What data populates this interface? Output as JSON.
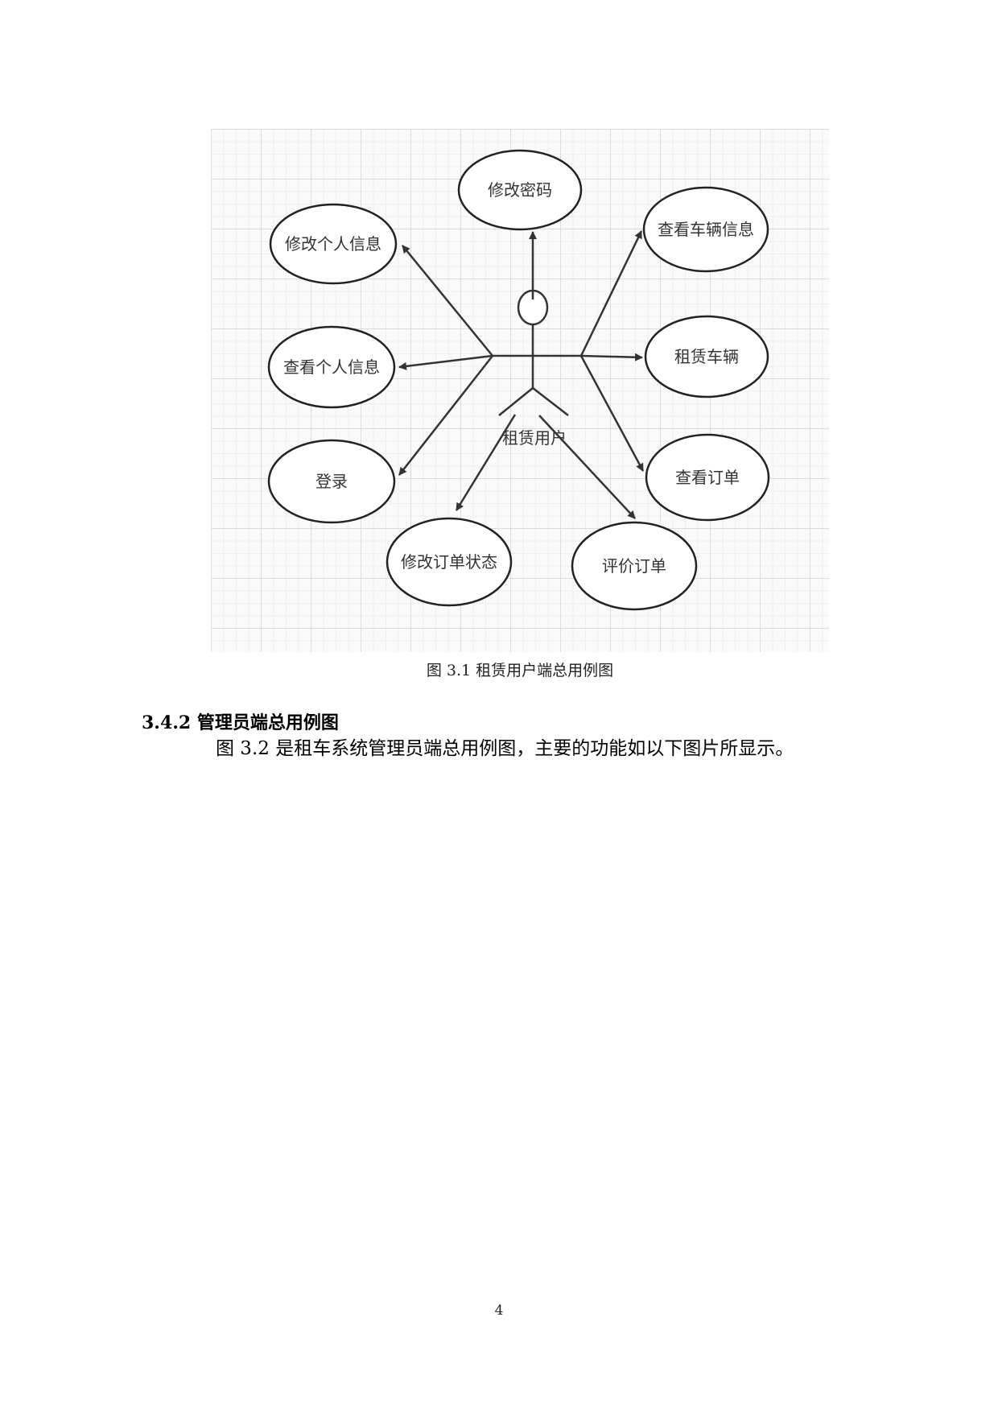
{
  "figure": {
    "caption": "图 3.1 租赁用户端总用例图",
    "actor": {
      "label": "租赁用户"
    },
    "use_cases": [
      {
        "id": "change-password",
        "label": "修改密码"
      },
      {
        "id": "edit-personal-info",
        "label": "修改个人信息"
      },
      {
        "id": "view-vehicle-info",
        "label": "查看车辆信息"
      },
      {
        "id": "view-personal-info",
        "label": "查看个人信息"
      },
      {
        "id": "rent-vehicle",
        "label": "租赁车辆"
      },
      {
        "id": "login",
        "label": "登录"
      },
      {
        "id": "view-orders",
        "label": "查看订单"
      },
      {
        "id": "change-order-status",
        "label": "修改订单状态"
      },
      {
        "id": "review-order",
        "label": "评价订单"
      }
    ]
  },
  "section": {
    "heading": "3.4.2 管理员端总用例图",
    "paragraph": "图 3.2 是租车系统管理员端总用例图，主要的功能如以下图片所显示。"
  },
  "page_number": "4"
}
